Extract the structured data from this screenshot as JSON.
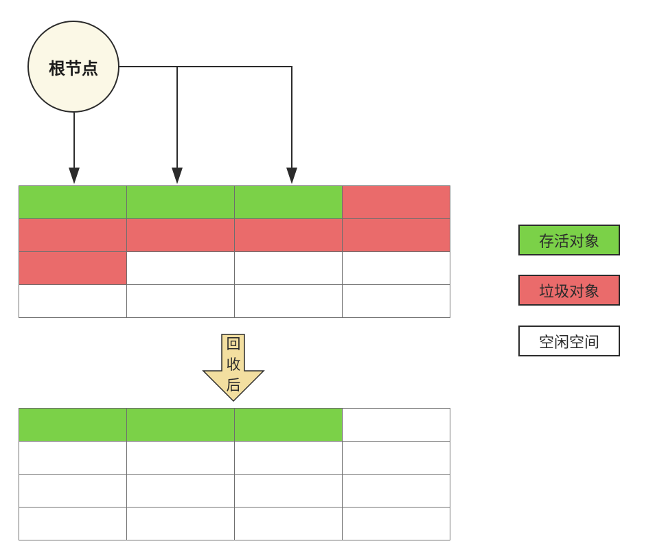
{
  "colors": {
    "live": "#7bd148",
    "garbage": "#ea6b6b",
    "free": "#ffffff",
    "root_fill": "#fbf8e6",
    "reclaim_arrow_fill": "#f3dfa0",
    "line": "#2b2b2b"
  },
  "root_node": {
    "label": "根节点"
  },
  "reclaim_arrow": {
    "chars": [
      "回",
      "收",
      "后"
    ]
  },
  "memory_before": {
    "rows": [
      [
        "live",
        "live",
        "live",
        "garbage"
      ],
      [
        "garbage",
        "garbage",
        "garbage",
        "garbage"
      ],
      [
        "garbage",
        "free",
        "free",
        "free"
      ],
      [
        "free",
        "free",
        "free",
        "free"
      ]
    ]
  },
  "memory_after": {
    "rows": [
      [
        "live",
        "live",
        "live",
        "free"
      ],
      [
        "free",
        "free",
        "free",
        "free"
      ],
      [
        "free",
        "free",
        "free",
        "free"
      ],
      [
        "free",
        "free",
        "free",
        "free"
      ]
    ]
  },
  "legend": {
    "live": "存活对象",
    "garbage": "垃圾对象",
    "free": "空闲空间"
  }
}
